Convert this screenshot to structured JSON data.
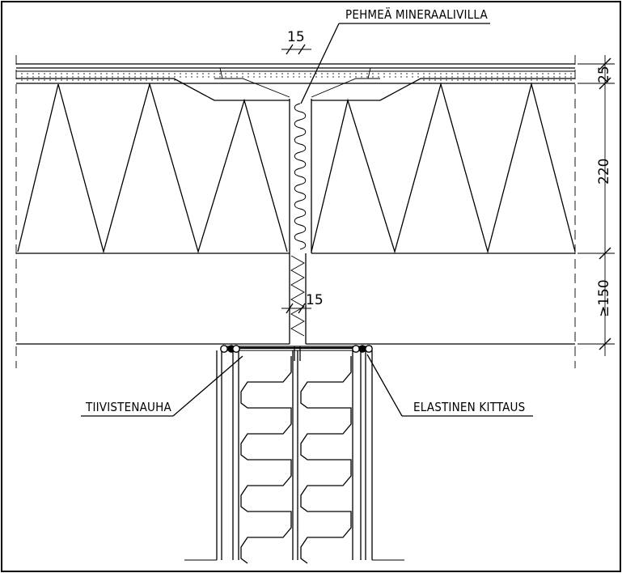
{
  "labels": {
    "top_note": "PEHMEÄ MINERAALIVILLA",
    "left_note": "TIIVISTENAUHA",
    "right_note": "ELASTINEN KITTAUS"
  },
  "dimensions": {
    "joint_top": "15",
    "joint_mid": "15",
    "layer_top": "25",
    "layer_insulation": "220",
    "layer_bottom": "≥150"
  }
}
